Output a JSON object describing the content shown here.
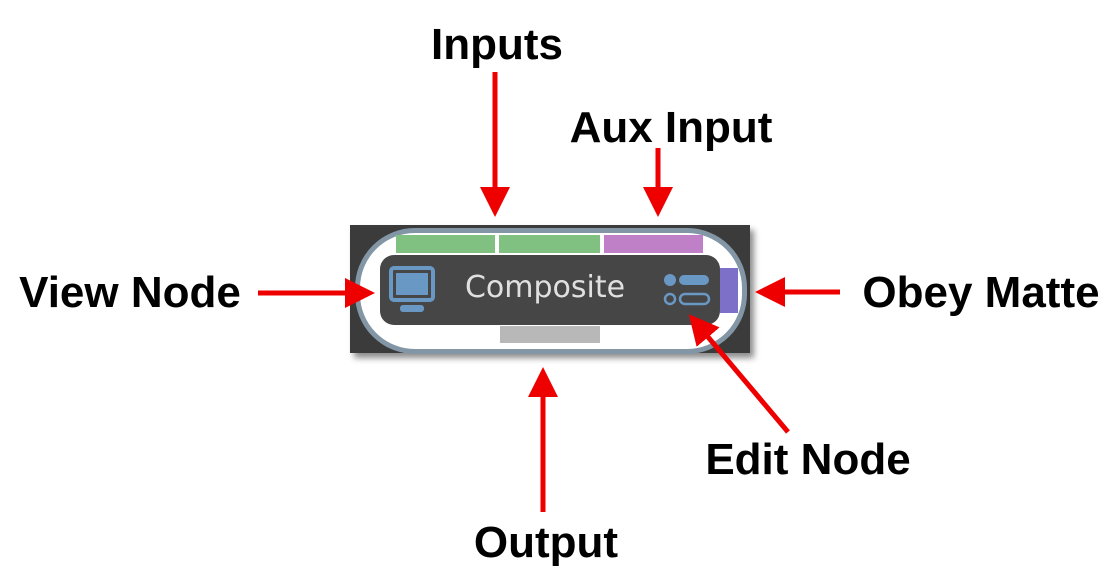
{
  "node": {
    "title": "Composite"
  },
  "labels": {
    "inputs": "Inputs",
    "aux_input": "Aux Input",
    "view_node": "View Node",
    "obey_matte": "Obey Matte",
    "edit_node": "Edit Node",
    "output": "Output"
  },
  "colors": {
    "input": "#80c080",
    "aux_input": "#c080c8",
    "output": "#b8b8b8",
    "obey_matte": "#7c70c8",
    "icon": "#6a98c4",
    "arrow": "#ee0000"
  }
}
